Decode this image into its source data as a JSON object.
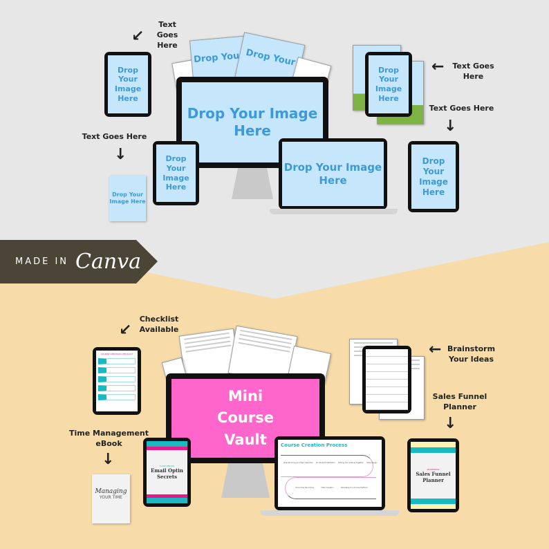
{
  "top": {
    "placeholder": "Drop Your Image Here",
    "placeholder_short": "Drop Your",
    "labels": {
      "a": "Text Goes Here",
      "b": "Text Goes Here",
      "c": "Text Goes Here",
      "d": "Text Goes Here"
    }
  },
  "banner": {
    "made_in": "MADE IN",
    "brand": "Canva"
  },
  "bottom": {
    "checklist_label": "Checklist Available",
    "brainstorm_label": "Brainstorm Your Ideas",
    "sales_label": "Sales Funnel Planner",
    "time_label": "Time Management eBook",
    "monitor_title": "Mini Course Vault",
    "email_ebook_kicker": "FLASH EBOOK",
    "email_ebook_title": "Email Optin Secrets",
    "sales_kicker": "WORKBOOK",
    "sales_title": "Sales Funnel Planner",
    "checklist_title": "COURSE CREATION CHECKLIST",
    "ebook_title_1": "Managing",
    "ebook_title_2": "YOUR TIME",
    "laptop_title": "Course Creation Process",
    "laptop_steps": [
      "Brainstorming and Topic Selection",
      "Do Student Validation",
      "Putting Your Outline Together",
      "Slide Design",
      "Voice Over Recording",
      "Video Creation",
      "Uploading to a Course Platform"
    ]
  },
  "colors": {
    "top_bg": "#e7e7e7",
    "bottom_bg": "#f7dcaa",
    "placeholder_screen": "#c6e6fb",
    "placeholder_text": "#3c9ad8",
    "pink": "#ff66cc",
    "teal": "#19b9c4",
    "magenta": "#e8198b"
  }
}
